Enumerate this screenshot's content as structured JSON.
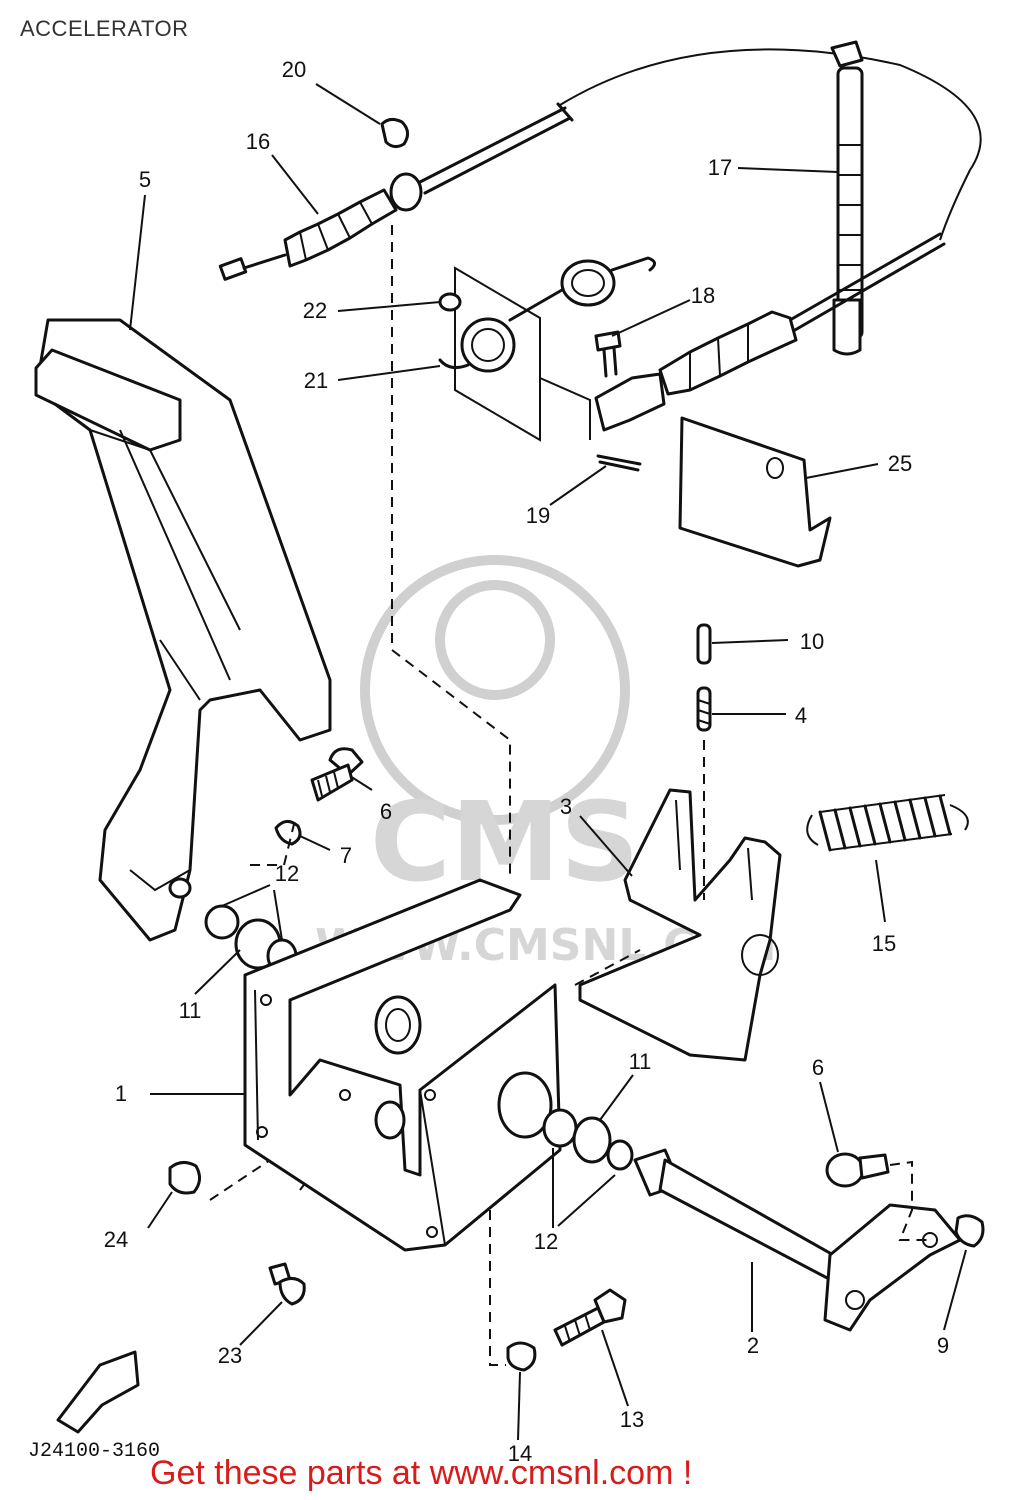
{
  "title": "ACCELERATOR",
  "drawing_code": "J24100-3160",
  "watermark": {
    "logo_text": "CMS",
    "url_text": "WWW.CMSNL.COM"
  },
  "footer": "Get these parts at www.cmsnl.com !",
  "callouts": {
    "c1": "1",
    "c2": "2",
    "c3": "3",
    "c4": "4",
    "c5": "5",
    "c6a": "6",
    "c6b": "6",
    "c7": "7",
    "c9": "9",
    "c10": "10",
    "c11a": "11",
    "c11b": "11",
    "c12a": "12",
    "c12b": "12",
    "c13": "13",
    "c14": "14",
    "c15": "15",
    "c16": "16",
    "c17": "17",
    "c18": "18",
    "c19": "19",
    "c20": "20",
    "c21": "21",
    "c22": "22",
    "c23": "23",
    "c24": "24",
    "c25": "25"
  }
}
